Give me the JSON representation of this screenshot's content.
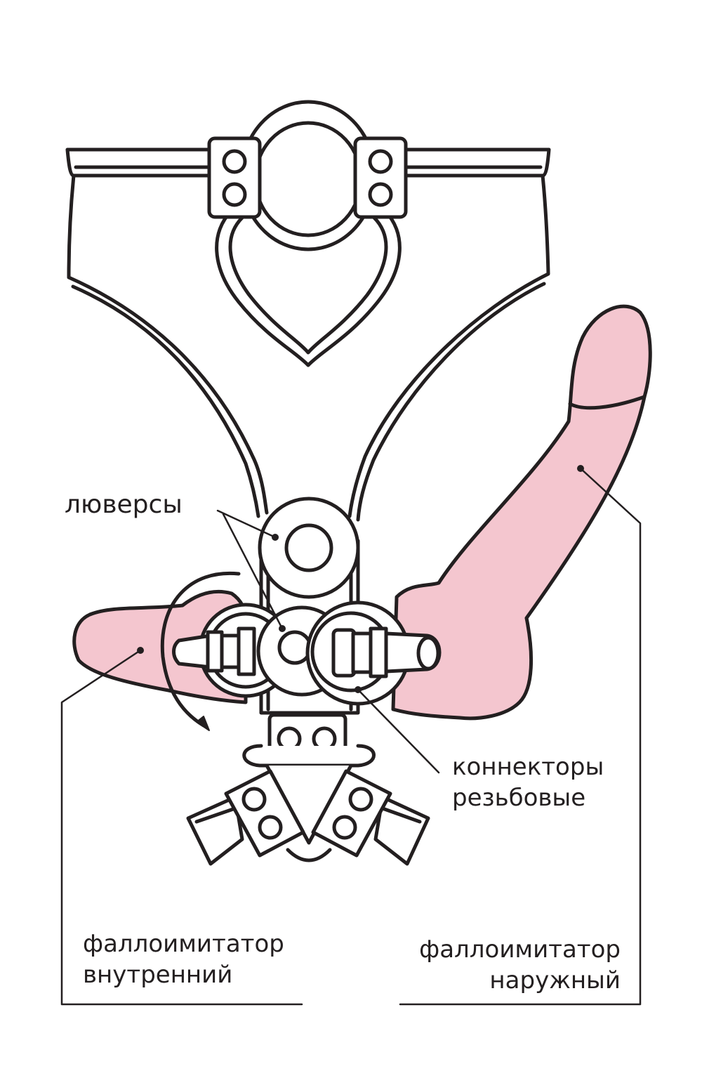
{
  "labels": {
    "grommets": "люверсы",
    "connectors_line1": "коннекторы",
    "connectors_line2": "резьбовые",
    "inner_line1": "фаллоимитатор",
    "inner_line2": "внутренний",
    "outer_line1": "фаллоимитатор",
    "outer_line2": "наружный"
  },
  "colors": {
    "stroke": "#231f20",
    "dildo_fill": "#f4c6cf",
    "background": "#ffffff"
  }
}
